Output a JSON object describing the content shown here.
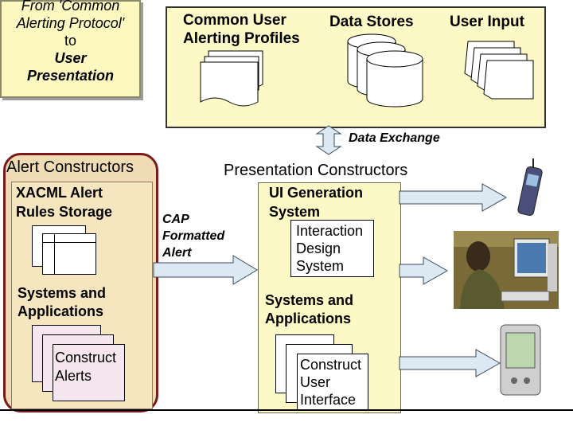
{
  "title_box": {
    "line1": "From 'Common",
    "line2": "Alerting Protocol'",
    "line3": "to",
    "line4": "User",
    "line5": "Presentation"
  },
  "data_panel": {
    "profiles_line1": "Common User",
    "profiles_line2": "Alerting Profiles",
    "stores": "Data Stores",
    "input": "User Input"
  },
  "data_exchange": "Data Exchange",
  "alert_constructors": {
    "title": "Alert Constructors",
    "storage_line1": "XACML Alert",
    "storage_line2": "Rules Storage",
    "systems_line1": "Systems and",
    "systems_line2": "Applications",
    "construct_line1": "Construct",
    "construct_line2": "Alerts"
  },
  "cap": {
    "line1": "CAP",
    "line2": "Formatted",
    "line3": "Alert"
  },
  "presentation_constructors": {
    "title": "Presentation Constructors",
    "ui_gen_line1": "UI Generation",
    "ui_gen_line2": "System",
    "ids_line1": "Interaction",
    "ids_line2": "Design",
    "ids_line3": "System",
    "systems_line1": "Systems and",
    "systems_line2": "Applications",
    "cui_line1": "Construct",
    "cui_line2": "User",
    "cui_line3": "Interface"
  },
  "devices": [
    "mobile-phone-image",
    "soldier-at-computer-image",
    "pda-image"
  ]
}
